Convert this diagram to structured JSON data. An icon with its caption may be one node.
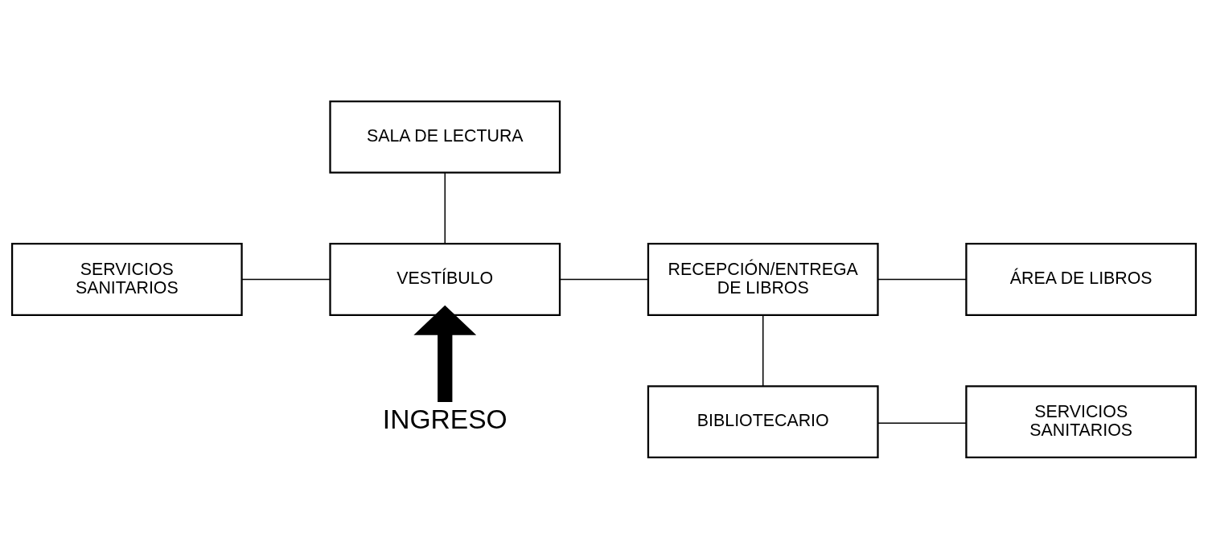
{
  "diagram": {
    "nodes": [
      {
        "text": [
          "SALA DE LECTURA"
        ]
      },
      {
        "text": [
          "SERVICIOS SANITARIOS"
        ]
      },
      {
        "text": [
          "VESTÍBULO"
        ]
      },
      {
        "text": [
          "RECEPCIÓN/ENTREGA DE LIBROS"
        ]
      },
      {
        "text": [
          "ÁREA DE LIBROS"
        ]
      },
      {
        "text": [
          "BIBLIOTECARIO"
        ]
      },
      {
        "text": [
          "SERVICIOS SANITARIOS"
        ]
      },
      {
        "text": [
          "INGRESO"
        ]
      }
    ],
    "edges": [
      {
        "from": 0,
        "to": 2,
        "arrow": "none"
      },
      {
        "from": 1,
        "to": 2,
        "arrow": "none"
      },
      {
        "from": 2,
        "to": 3,
        "arrow": "none"
      },
      {
        "from": 3,
        "to": 4,
        "arrow": "none"
      },
      {
        "from": 3,
        "to": 5,
        "arrow": "none"
      },
      {
        "from": 5,
        "to": 6,
        "arrow": "none"
      },
      {
        "from": 7,
        "to": 2,
        "arrow": "to",
        "style": "thick"
      }
    ]
  }
}
